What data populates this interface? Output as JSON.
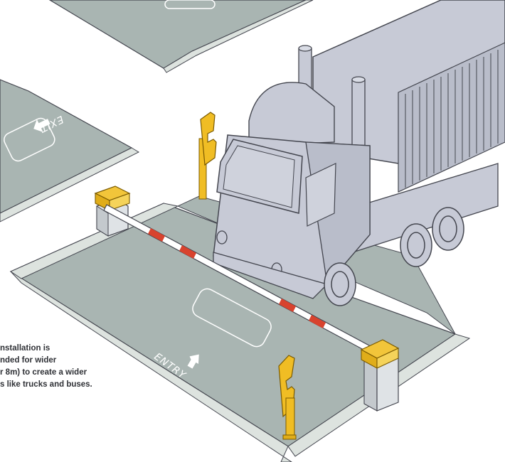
{
  "labels": {
    "exit_label": "EXIT",
    "entry_label": "ENTRY"
  },
  "caption": {
    "line1": "nstallation is",
    "line2": "nded for wider",
    "line3": "r 8m) to create a wider",
    "line4": "s like trucks and buses."
  },
  "colors": {
    "lane": "#a9b5b2",
    "curb": "#dde3df",
    "truck": "#c7cad6",
    "outline": "#44464f",
    "barrier_cap": "#f2c53a",
    "barrier_stripe": "#d8432e",
    "reader": "#f0bd24"
  },
  "icons": [
    "exit-arrow-icon",
    "entry-arrow-icon"
  ]
}
